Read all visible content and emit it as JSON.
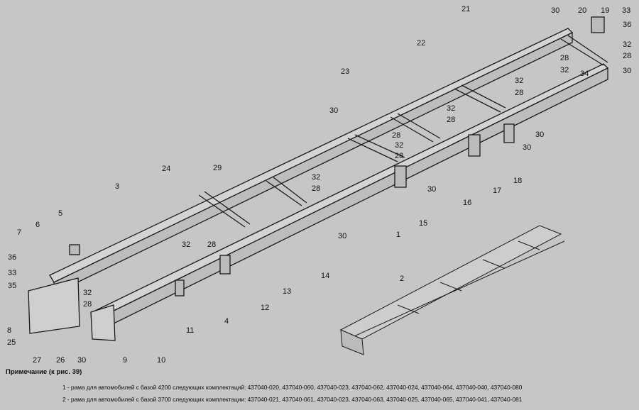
{
  "figure": {
    "callouts": [
      "30",
      "20",
      "19",
      "33",
      "36",
      "32",
      "28",
      "30",
      "21",
      "22",
      "28",
      "32",
      "34",
      "23",
      "32",
      "28",
      "32",
      "28",
      "30",
      "28",
      "32",
      "28",
      "30",
      "30",
      "29",
      "24",
      "32",
      "28",
      "30",
      "17",
      "18",
      "16",
      "3",
      "5",
      "6",
      "7",
      "15",
      "1",
      "30",
      "32",
      "28",
      "36",
      "33",
      "35",
      "32",
      "28",
      "13",
      "14",
      "12",
      "4",
      "11",
      "8",
      "25",
      "27",
      "26",
      "30",
      "9",
      "10",
      "2"
    ]
  },
  "notes": {
    "title": "Примечание (к рис. 39)",
    "items": [
      "1 - рама для автомобилей с базой 4200 следующих комплектаций: 437040-020, 437040-060, 437040-023, 437040-062, 437040-024, 437040-064, 437040-040, 437040-080",
      "2 - рама для автомобилей с базой 3700 следующих комплектации: 437040-021, 437040-061, 437040-023, 437040-063, 437040-025, 437040-065, 437040-041, 437040-081"
    ]
  }
}
